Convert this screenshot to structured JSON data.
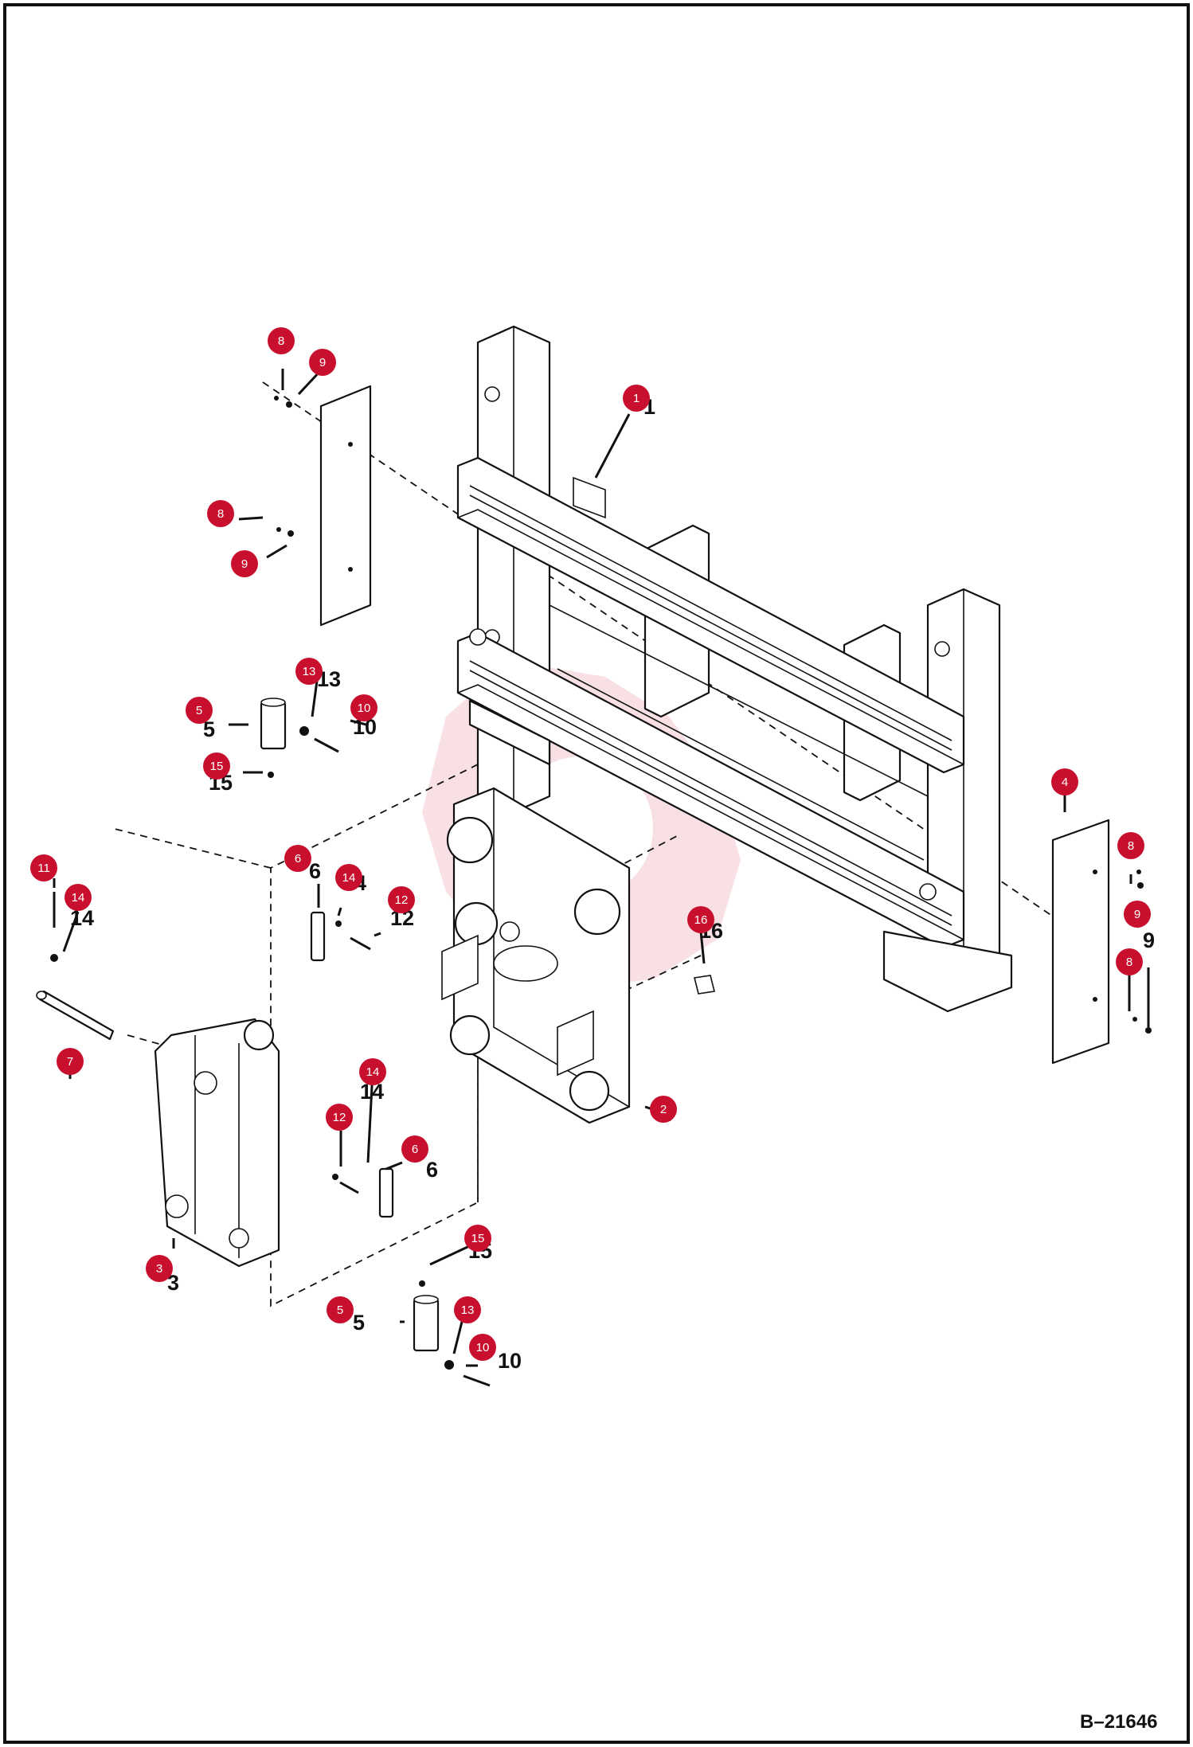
{
  "document_id": "B–21646",
  "colors": {
    "callout_fill": "#c8102e",
    "callout_text": "#ffffff",
    "line": "#111111",
    "border": "#111111",
    "background": "#ffffff"
  },
  "callouts": [
    {
      "id": "c1",
      "label": "1"
    },
    {
      "id": "c2",
      "label": "2"
    },
    {
      "id": "c3",
      "label": "3"
    },
    {
      "id": "c4",
      "label": "4"
    },
    {
      "id": "c5a",
      "label": "5"
    },
    {
      "id": "c5b",
      "label": "5"
    },
    {
      "id": "c6a",
      "label": "6"
    },
    {
      "id": "c6b",
      "label": "6"
    },
    {
      "id": "c7",
      "label": "7"
    },
    {
      "id": "c8a",
      "label": "8"
    },
    {
      "id": "c8b",
      "label": "8"
    },
    {
      "id": "c8c",
      "label": "8"
    },
    {
      "id": "c8d",
      "label": "8"
    },
    {
      "id": "c9a",
      "label": "9"
    },
    {
      "id": "c9b",
      "label": "9"
    },
    {
      "id": "c9c",
      "label": "9"
    },
    {
      "id": "c10a",
      "label": "10"
    },
    {
      "id": "c10b",
      "label": "10"
    },
    {
      "id": "c11",
      "label": "11"
    },
    {
      "id": "c12a",
      "label": "12"
    },
    {
      "id": "c12b",
      "label": "12"
    },
    {
      "id": "c13a",
      "label": "13"
    },
    {
      "id": "c13b",
      "label": "13"
    },
    {
      "id": "c14a",
      "label": "14"
    },
    {
      "id": "c14b",
      "label": "14"
    },
    {
      "id": "c14c",
      "label": "14"
    },
    {
      "id": "c15a",
      "label": "15"
    },
    {
      "id": "c15b",
      "label": "15"
    },
    {
      "id": "c16",
      "label": "16"
    }
  ],
  "part_labels": [
    {
      "id": "p1",
      "label": "1"
    },
    {
      "id": "p2",
      "label": "2"
    },
    {
      "id": "p3",
      "label": "3"
    },
    {
      "id": "p5a",
      "label": "5"
    },
    {
      "id": "p5b",
      "label": "5"
    },
    {
      "id": "p6a",
      "label": "6"
    },
    {
      "id": "p6b",
      "label": "6"
    },
    {
      "id": "p9",
      "label": "9"
    },
    {
      "id": "p10a",
      "label": "10"
    },
    {
      "id": "p10b",
      "label": "10"
    },
    {
      "id": "p12",
      "label": "12"
    },
    {
      "id": "p13",
      "label": "13"
    },
    {
      "id": "p14a",
      "label": "14"
    },
    {
      "id": "p14b",
      "label": "14"
    },
    {
      "id": "p14c",
      "label": "14"
    },
    {
      "id": "p15a",
      "label": "15"
    },
    {
      "id": "p15b",
      "label": "15"
    },
    {
      "id": "p16",
      "label": "16"
    }
  ]
}
